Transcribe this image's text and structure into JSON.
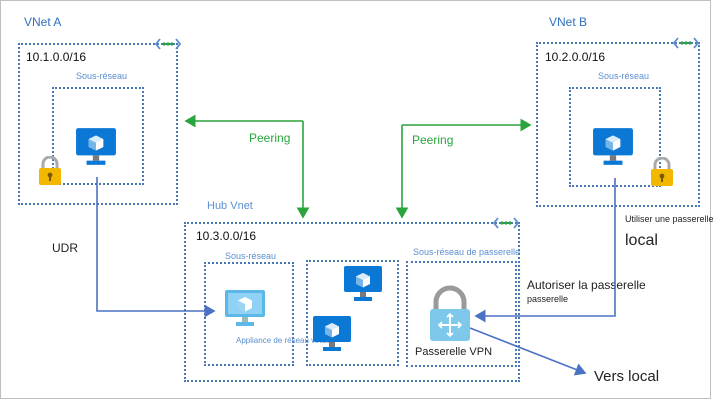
{
  "vnet_a": {
    "title": "VNet A",
    "cidr": "10.1.0.0/16",
    "subnet_label": "Sous-réseau"
  },
  "vnet_b": {
    "title": "VNet B",
    "cidr": "10.2.0.0/16",
    "subnet_label": "Sous-réseau"
  },
  "hub": {
    "title": "Hub Vnet",
    "cidr": "10.3.0.0/16",
    "subnet_label": "Sous-réseau",
    "gateway_subnet_label": "Sous-réseau de passerelle",
    "appliance_label": "Appliance de réseau virtuel",
    "vpn_gateway_label": "Passerelle VPN"
  },
  "edges": {
    "peering_left": "Peering",
    "peering_right": "Peering",
    "udr": "UDR",
    "use_remote_gateway_line1": "Utiliser une passerelle",
    "use_remote_gateway_line2": "local",
    "allow_gateway_line1": "Autoriser la passerelle",
    "allow_gateway_line2": "passerelle",
    "to_onprem": "Vers local"
  },
  "colors": {
    "vnet_border": "#4a78b5",
    "peering": "#2aa43c",
    "route": "#4a72c4",
    "vm_blue": "#0a78d4",
    "lock_gold": "#f2b800"
  },
  "icons": [
    "vnet-icon",
    "vm-icon",
    "lock-icon",
    "vpn-gateway-icon",
    "appliance-icon"
  ]
}
